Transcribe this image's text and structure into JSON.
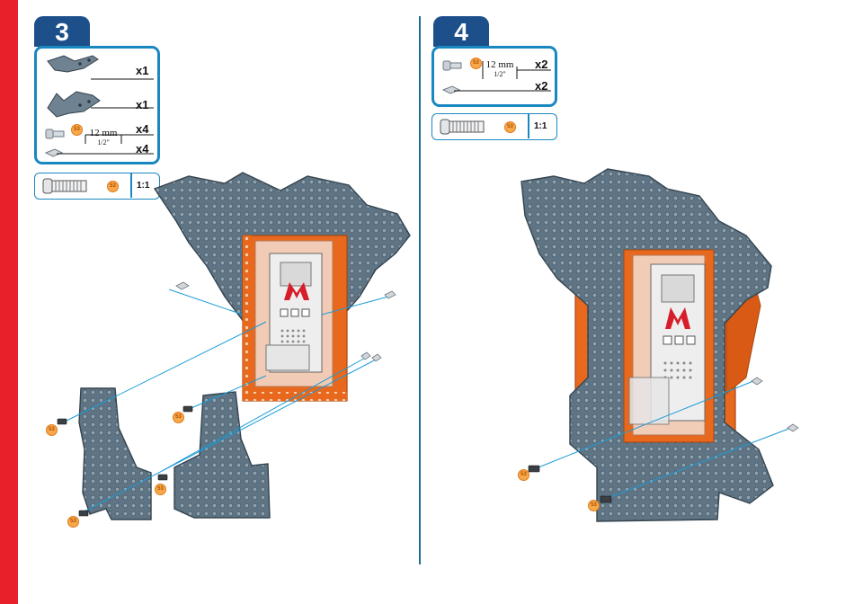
{
  "steps": [
    {
      "number": "3",
      "parts": [
        {
          "icon": "bracket-part-a-icon",
          "qty": "x1"
        },
        {
          "icon": "bracket-part-b-icon",
          "qty": "x1"
        },
        {
          "icon": "screw-icon",
          "badge": "53",
          "length_mm": "12 mm",
          "length_in": "1/2\"",
          "qty": "x4"
        },
        {
          "icon": "nut-icon",
          "qty": "x4"
        }
      ],
      "scale": {
        "badge": "53",
        "ratio": "1:1"
      },
      "callouts": [
        "53",
        "53",
        "53",
        "53"
      ]
    },
    {
      "number": "4",
      "parts": [
        {
          "icon": "screw-icon",
          "badge": "53",
          "length_mm": "12 mm",
          "length_in": "1/2\"",
          "qty": "x2"
        },
        {
          "icon": "nut-icon",
          "qty": "x2"
        }
      ],
      "scale": {
        "badge": "53",
        "ratio": "1:1"
      },
      "callouts": [
        "53",
        "53"
      ]
    }
  ],
  "colors": {
    "red_bar": "#e8202a",
    "step_badge": "#1d4f8a",
    "box_border": "#1a88c0",
    "plate": "#5f7585",
    "orange": "#e8691e"
  },
  "brand_logo": "MECCANO"
}
